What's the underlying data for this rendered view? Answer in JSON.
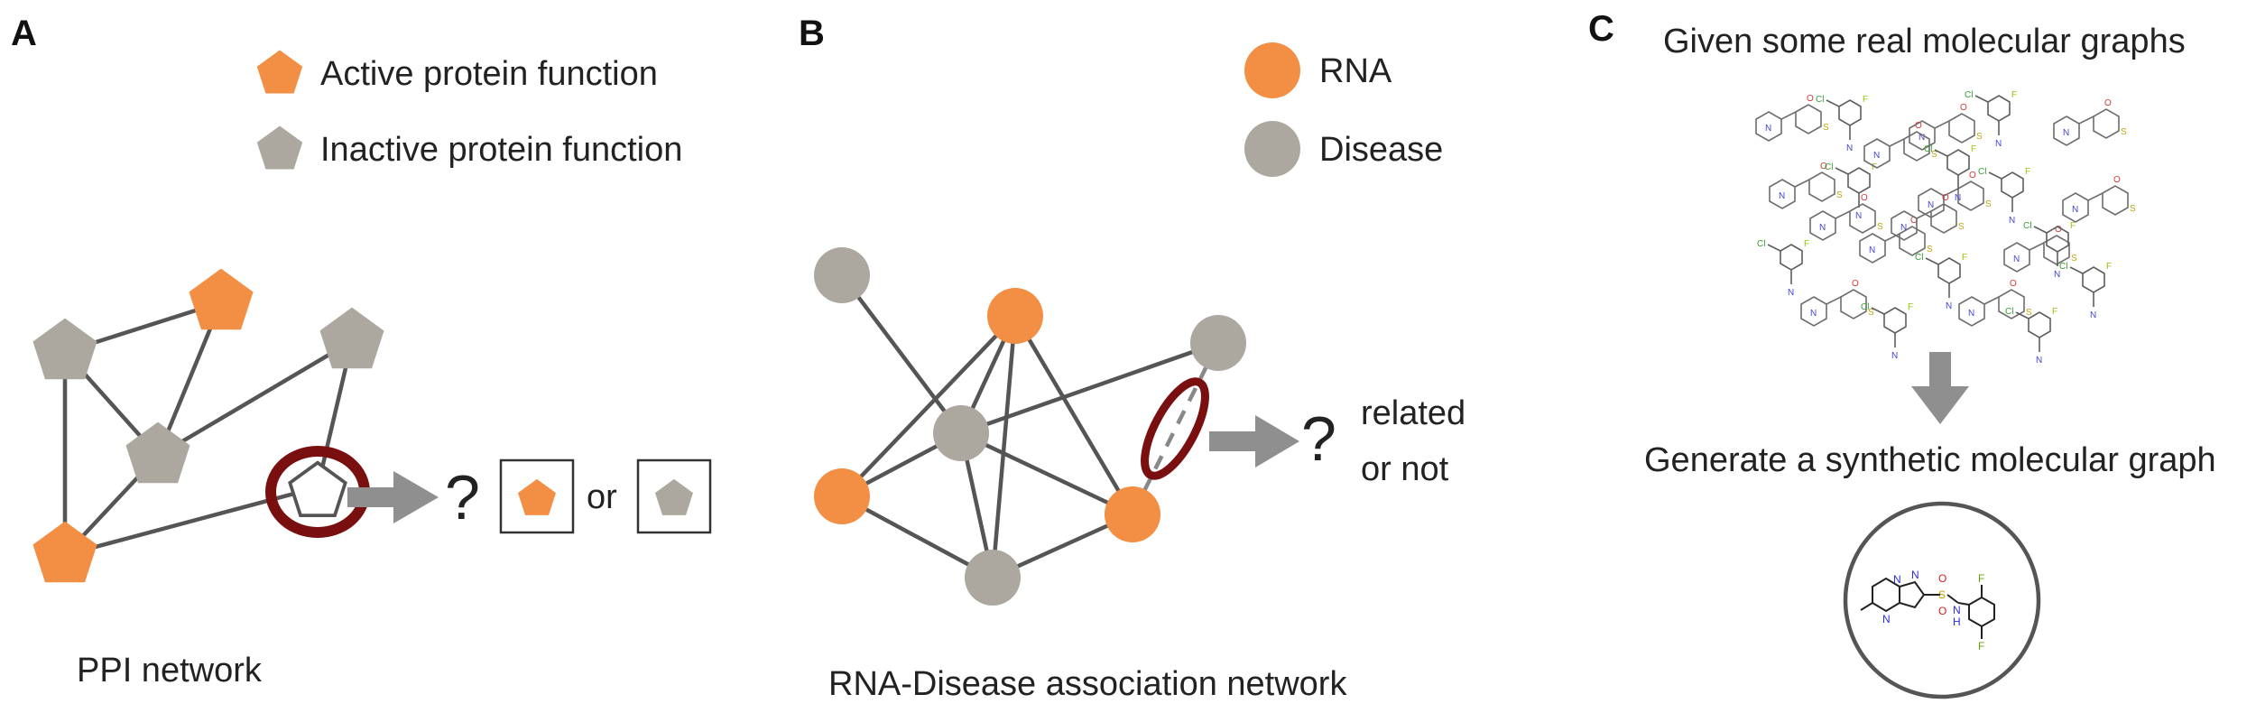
{
  "colors": {
    "active": "#F28F45",
    "inactive": "#ADA89F",
    "edge": "#555555",
    "highlight": "#7A0F10",
    "arrow": "#8F8F8F"
  },
  "panel_a": {
    "letter": "A",
    "legend_active": "Active protein function",
    "legend_inactive": "Inactive protein function",
    "question": "?",
    "or_text": "or",
    "caption": "PPI network"
  },
  "panel_b": {
    "letter": "B",
    "legend_rna": "RNA",
    "legend_disease": "Disease",
    "question": "?",
    "answer_line1": "related",
    "answer_line2": "or not",
    "caption": "RNA-Disease association network"
  },
  "panel_c": {
    "letter": "C",
    "title_top": "Given some real molecular graphs",
    "title_bottom": "Generate a synthetic molecular graph",
    "atom_labels": [
      "N",
      "N",
      "N",
      "S",
      "O",
      "O",
      "N",
      "H",
      "F",
      "F"
    ]
  }
}
